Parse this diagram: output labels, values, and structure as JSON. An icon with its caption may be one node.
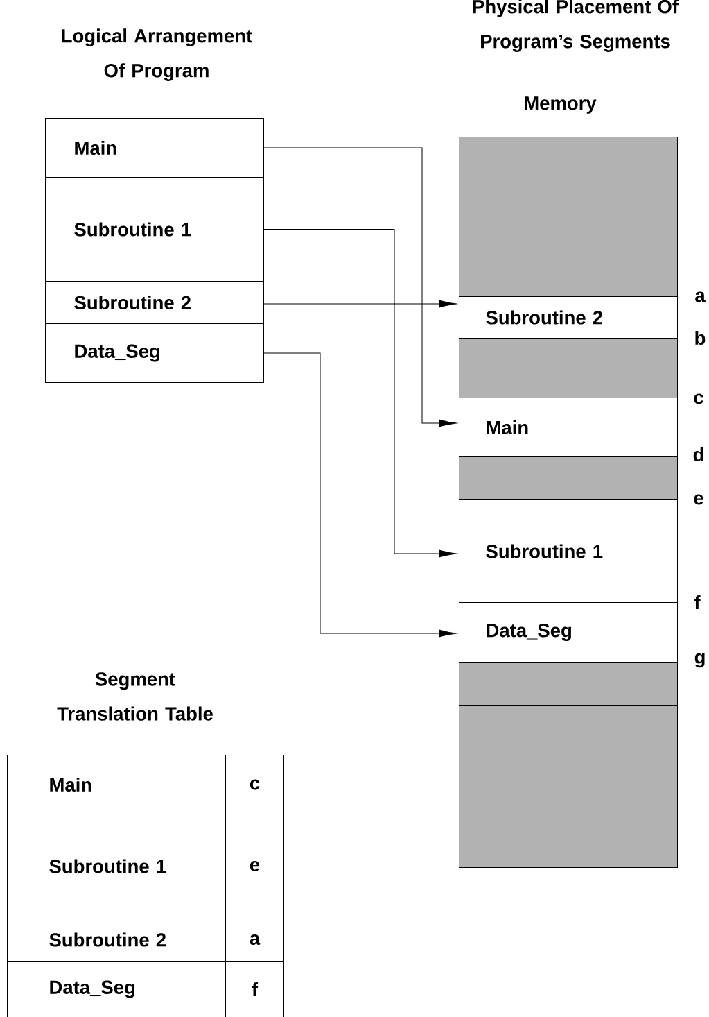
{
  "diagram": {
    "nodes": [
      {
        "text": [
          "Main"
        ]
      },
      {
        "text": [
          "Subroutine 1"
        ]
      },
      {
        "text": [
          "Subroutine 2"
        ]
      },
      {
        "text": [
          "Data_Seg"
        ]
      },
      {
        "text": [],
        "shape": "box"
      },
      {
        "text": [
          "Subroutine 2"
        ]
      },
      {
        "text": [],
        "shape": "box"
      },
      {
        "text": [
          "Main"
        ]
      },
      {
        "text": [],
        "shape": "box"
      },
      {
        "text": [
          "Subroutine 1"
        ]
      },
      {
        "text": [
          "Data_Seg"
        ]
      },
      {
        "text": [],
        "shape": "box"
      },
      {
        "text": [],
        "shape": "box"
      },
      {
        "text": [],
        "shape": "box"
      }
    ],
    "edges": [
      {
        "from": 0,
        "to": 7,
        "arrow": "to"
      },
      {
        "from": 1,
        "to": 9,
        "arrow": "to"
      },
      {
        "from": 2,
        "to": 5,
        "arrow": "to"
      },
      {
        "from": 3,
        "to": 10,
        "arrow": "to"
      }
    ],
    "labels": [
      "Physical Placement Of Program’s Segments",
      "Logical Arrangement Of Program",
      "Memory",
      "a",
      "b",
      "c",
      "d",
      "e",
      "f",
      "g",
      "Segment Translation Table",
      "Main",
      "c",
      "Subroutine 1",
      "e",
      "Subroutine 2",
      "a",
      "Data_Seg",
      "f"
    ]
  }
}
